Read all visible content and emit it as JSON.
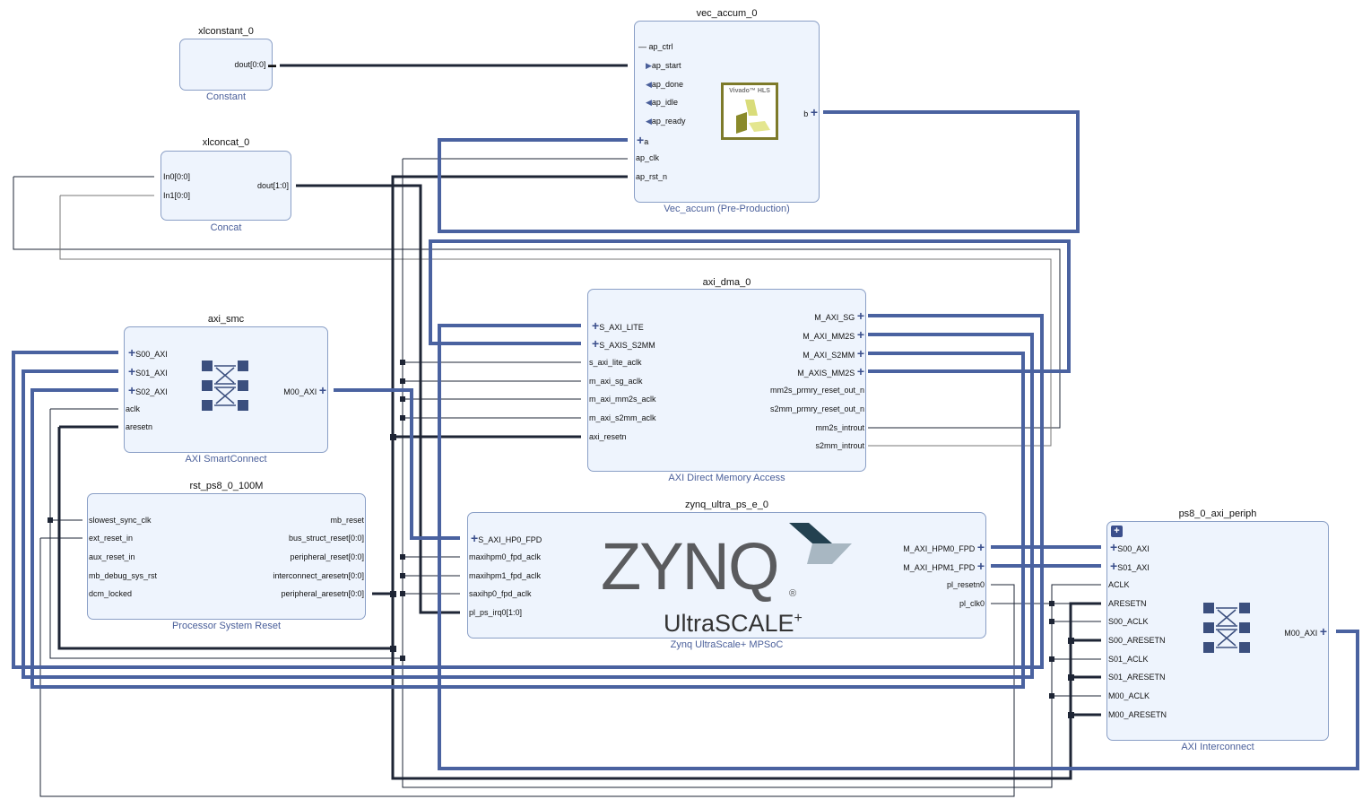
{
  "diagram_title": "Block Design",
  "colors": {
    "block_fill": "#eef4fd",
    "block_border": "#8a9fc6",
    "bus_wire": "#4a62a0",
    "net_wire": "#1e2535",
    "ip_name_text": "#4a5f9a"
  },
  "blocks": {
    "xlconstant": {
      "instance": "xlconstant_0",
      "ip": "Constant",
      "right_pins": [
        "dout[0:0]"
      ]
    },
    "xlconcat": {
      "instance": "xlconcat_0",
      "ip": "Concat",
      "left_pins": [
        "In0[0:0]",
        "In1[0:0]"
      ],
      "right_pins": [
        "dout[1:0]"
      ]
    },
    "vec_accum": {
      "instance": "vec_accum_0",
      "ip": "Vec_accum (Pre-Production)",
      "logo_text": "Vivado™ HLS",
      "left_pins": [
        "ap_ctrl",
        "ap_start",
        "ap_done",
        "ap_idle",
        "ap_ready",
        "a",
        "ap_clk",
        "ap_rst_n"
      ],
      "right_pins": [
        "b"
      ]
    },
    "axi_smc": {
      "instance": "axi_smc",
      "ip": "AXI SmartConnect",
      "left_pins": [
        "S00_AXI",
        "S01_AXI",
        "S02_AXI",
        "aclk",
        "aresetn"
      ],
      "right_pins": [
        "M00_AXI"
      ]
    },
    "axi_dma": {
      "instance": "axi_dma_0",
      "ip": "AXI Direct Memory Access",
      "left_pins": [
        "S_AXI_LITE",
        "S_AXIS_S2MM",
        "s_axi_lite_aclk",
        "m_axi_sg_aclk",
        "m_axi_mm2s_aclk",
        "m_axi_s2mm_aclk",
        "axi_resetn"
      ],
      "right_pins": [
        "M_AXI_SG",
        "M_AXI_MM2S",
        "M_AXI_S2MM",
        "M_AXIS_MM2S",
        "mm2s_prmry_reset_out_n",
        "s2mm_prmry_reset_out_n",
        "mm2s_introut",
        "s2mm_introut"
      ]
    },
    "rst": {
      "instance": "rst_ps8_0_100M",
      "ip": "Processor System Reset",
      "left_pins": [
        "slowest_sync_clk",
        "ext_reset_in",
        "aux_reset_in",
        "mb_debug_sys_rst",
        "dcm_locked"
      ],
      "right_pins": [
        "mb_reset",
        "bus_struct_reset[0:0]",
        "peripheral_reset[0:0]",
        "interconnect_aresetn[0:0]",
        "peripheral_aresetn[0:0]"
      ]
    },
    "zynq": {
      "instance": "zynq_ultra_ps_e_0",
      "ip": "Zynq UltraScale+ MPSoC",
      "logo_main": "ZYNQ",
      "logo_reg": "®",
      "logo_sub": "UltraSCALE",
      "logo_plus": "+",
      "left_pins": [
        "S_AXI_HP0_FPD",
        "maxihpm0_fpd_aclk",
        "maxihpm1_fpd_aclk",
        "saxihp0_fpd_aclk",
        "pl_ps_irq0[1:0]"
      ],
      "right_pins": [
        "M_AXI_HPM0_FPD",
        "M_AXI_HPM1_FPD",
        "pl_resetn0",
        "pl_clk0"
      ]
    },
    "periph": {
      "instance": "ps8_0_axi_periph",
      "ip": "AXI Interconnect",
      "expand_label": "+",
      "left_pins": [
        "S00_AXI",
        "S01_AXI",
        "ACLK",
        "ARESETN",
        "S00_ACLK",
        "S00_ARESETN",
        "S01_ACLK",
        "S01_ARESETN",
        "M00_ACLK",
        "M00_ARESETN"
      ],
      "right_pins": [
        "M00_AXI"
      ]
    }
  }
}
